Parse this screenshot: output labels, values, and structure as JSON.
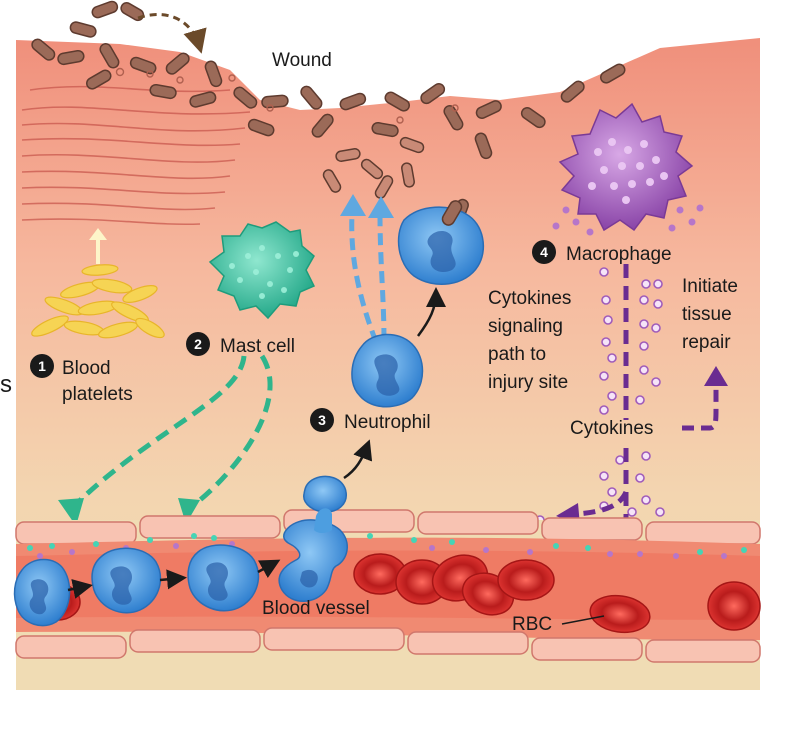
{
  "title": "",
  "labels": {
    "wound": "Wound",
    "platelets_line1": "Blood",
    "platelets_line2": "platelets",
    "mast_cell": "Mast cell",
    "neutrophil": "Neutrophil",
    "macrophage": "Macrophage",
    "cytokines_signal_line1": "Cytokines",
    "cytokines_signal_line2": "signaling",
    "cytokines_signal_line3": "path to",
    "cytokines_signal_line4": "injury site",
    "repair_line1": "Initiate",
    "repair_line2": "tissue",
    "repair_line3": "repair",
    "cytokines": "Cytokines",
    "blood_vessel": "Blood vessel",
    "rbc": "RBC",
    "edge_glyph": "s"
  },
  "steps": [
    "1",
    "2",
    "3",
    "4"
  ],
  "colors": {
    "tissue_top": "#f3a48f",
    "tissue_mid": "#f6c6ab",
    "tissue_bottom": "#f2ddb6",
    "bacteria": "#9b6a58",
    "platelets": "#f4d35e",
    "mast_cell": "#3ec9a7",
    "neutrophil": "#4d9ee0",
    "macrophage": "#9c5bb5",
    "cytokine_dots": "#b676c9",
    "mast_arrow": "#2fb58c",
    "neutrophil_arrow": "#5fa8e0",
    "macrophage_arrow": "#6a2c91",
    "vessel_wall": "#f7b2a0",
    "rbc": "#e0302d",
    "badge": "#1a1a1a"
  }
}
